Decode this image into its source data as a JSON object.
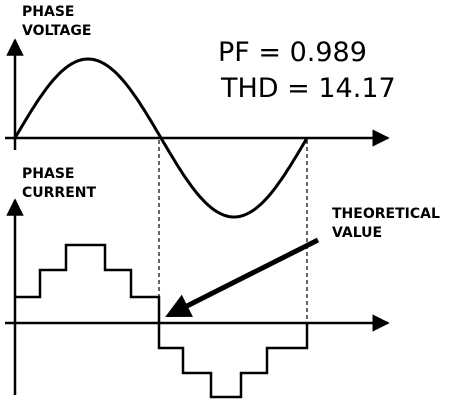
{
  "voltage": {
    "label_line1": "PHASE",
    "label_line2": "VOLTAGE"
  },
  "current": {
    "label_line1": "PHASE",
    "label_line2": "CURRENT"
  },
  "metrics": {
    "pf": "PF = 0.989",
    "thd": "THD = 14.17"
  },
  "annotation": {
    "line1": "THEORETICAL",
    "line2": "VALUE"
  }
}
